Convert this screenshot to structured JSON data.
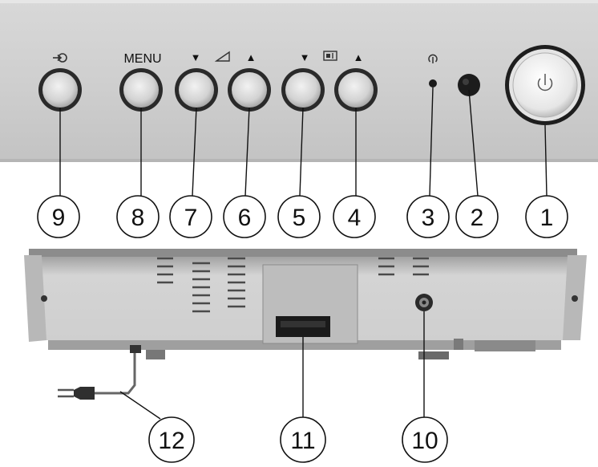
{
  "front_panel": {
    "labels": {
      "menu": "MENU",
      "down1": "▼",
      "up1": "▲",
      "down2": "▼",
      "up2": "▲"
    },
    "icons": [
      "input-source-icon",
      "volume-icon",
      "channel-icon",
      "power-indicator-icon",
      "power-switch-icon"
    ]
  },
  "callouts": {
    "front": [
      "9",
      "8",
      "7",
      "6",
      "5",
      "4",
      "3",
      "2",
      "1"
    ],
    "back": [
      "12",
      "11",
      "10"
    ]
  }
}
